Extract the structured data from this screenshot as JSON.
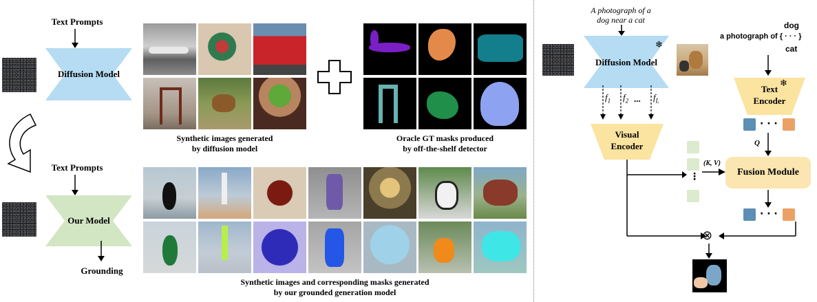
{
  "left": {
    "top_text_prompts": "Text Prompts",
    "diffusion_model": "Diffusion Model",
    "bottom_text_prompts": "Text Prompts",
    "our_model": "Our Model",
    "grounding": "Grounding",
    "synthetic_caption_line1": "Synthetic images generated",
    "synthetic_caption_line2": "by diffusion model",
    "oracle_caption_line1": "Oracle GT masks produced",
    "oracle_caption_line2": "by off-the-shelf detector",
    "bottom_caption_line1": "Synthetic images and corresponding masks generated",
    "bottom_caption_line2": "by our grounded generation model"
  },
  "right": {
    "prompt_line1": "A photograph of a",
    "prompt_line2": "dog near a cat",
    "diffusion_model": "Diffusion Model",
    "f1": "f",
    "f1_sub": "1",
    "f2": "f",
    "f2_sub": "2",
    "fL": "f",
    "fL_sub": "L",
    "f_dots": "...",
    "visual_encoder_line1": "Visual",
    "visual_encoder_line2": "Encoder",
    "text_encoder_line1": "Text",
    "text_encoder_line2": "Encoder",
    "word_dog": "dog",
    "template": "a photograph of { · · · }",
    "word_cat": "cat",
    "q_label": "Q",
    "kv_label": "(K, V)",
    "fusion_module": "Fusion Module",
    "token_dots": "· · ·",
    "kv_dots": "⋮",
    "otimes": "⊗",
    "frozen_symbol": "❄"
  },
  "colors": {
    "diffusion_blue": "#b5dcf2",
    "our_model_green": "#d2e6c4",
    "encoder_yellow": "#fbe3a0",
    "fusion_yellow": "#fbe5b0",
    "token_blue": "#5b8fb4",
    "token_orange": "#eba166",
    "token_green": "#dceacd"
  }
}
